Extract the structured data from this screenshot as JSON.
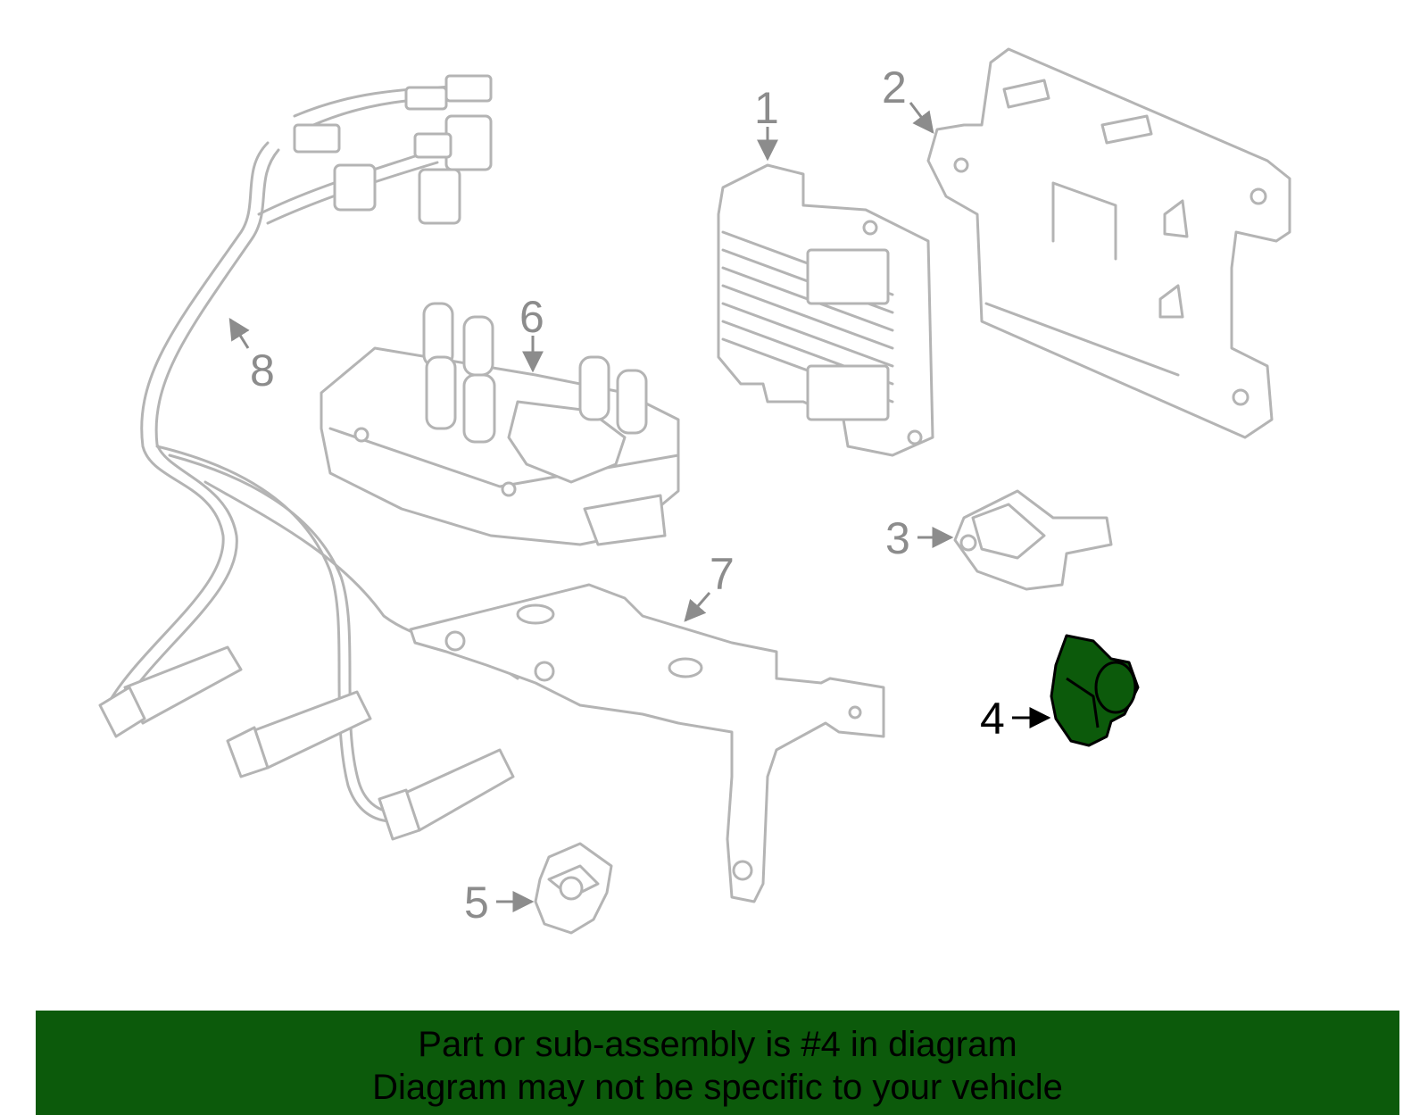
{
  "diagram": {
    "highlight_color": "#0c5a0b",
    "line_color": "#b4b4b4",
    "callouts": [
      {
        "id": "1",
        "label": "1"
      },
      {
        "id": "2",
        "label": "2"
      },
      {
        "id": "3",
        "label": "3"
      },
      {
        "id": "4",
        "label": "4",
        "highlighted": true
      },
      {
        "id": "5",
        "label": "5"
      },
      {
        "id": "6",
        "label": "6"
      },
      {
        "id": "7",
        "label": "7"
      },
      {
        "id": "8",
        "label": "8"
      }
    ]
  },
  "banner": {
    "background": "#0c5a0b",
    "line1": "Part or sub-assembly is #4 in diagram",
    "line2": "Diagram may not be specific to your vehicle"
  }
}
